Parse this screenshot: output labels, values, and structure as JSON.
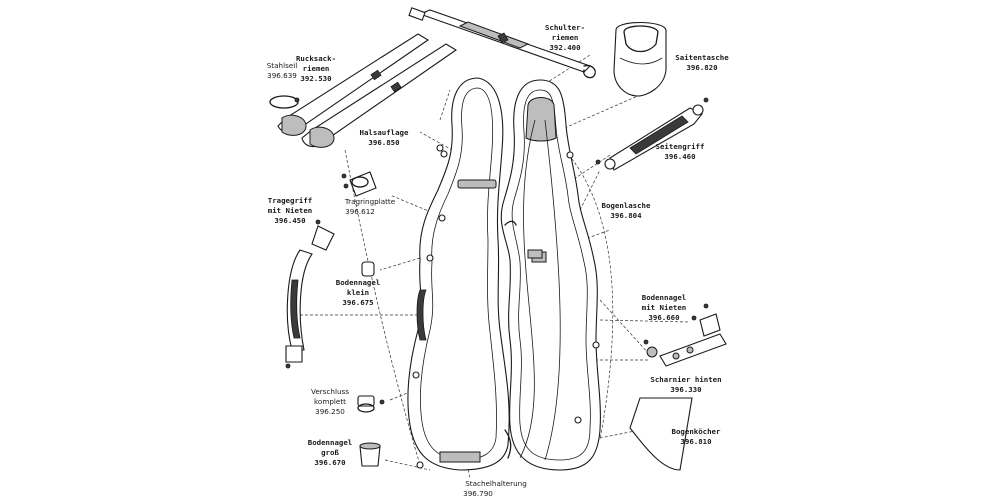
{
  "parts": {
    "schulterriemen": {
      "name_line1": "Schulter-",
      "name_line2": "riemen",
      "number": "392.400"
    },
    "rucksackriemen": {
      "name_line1": "Rucksack-",
      "name_line2": "riemen",
      "number": "392.530"
    },
    "stahlseil": {
      "name": "Stahlseil",
      "number": "396.639"
    },
    "saitentasche": {
      "name": "Saitentasche",
      "number": "396.820"
    },
    "halsauflage": {
      "name": "Halsauflage",
      "number": "396.850"
    },
    "seitengriff": {
      "name": "Seitengriff",
      "number": "396.460"
    },
    "tragringplatte": {
      "name": "Tragringplatte",
      "number": "396.612"
    },
    "tragegriff": {
      "name_line1": "Tragegriff",
      "name_line2": "mit Nieten",
      "number": "396.450"
    },
    "bogenlasche": {
      "name": "Bogenlasche",
      "number": "396.804"
    },
    "bodennagel_klein": {
      "name_line1": "Bodennagel",
      "name_line2": "klein",
      "number": "396.675"
    },
    "bodennagel_nieten": {
      "name_line1": "Bodennagel",
      "name_line2": "mit Nieten",
      "number": "396.660"
    },
    "scharnier": {
      "name": "Scharnier hinten",
      "number": "396.330"
    },
    "verschluss": {
      "name_line1": "Verschluss",
      "name_line2": "komplett",
      "number": "396.250"
    },
    "bogenkoecher": {
      "name": "Bogenköcher",
      "number": "396.810"
    },
    "bodennagel_gross": {
      "name_line1": "Bodennagel",
      "name_line2": "groß",
      "number": "396.670"
    },
    "stachelhalterung": {
      "name": "Stachelhalterung",
      "number": "396.790"
    }
  }
}
